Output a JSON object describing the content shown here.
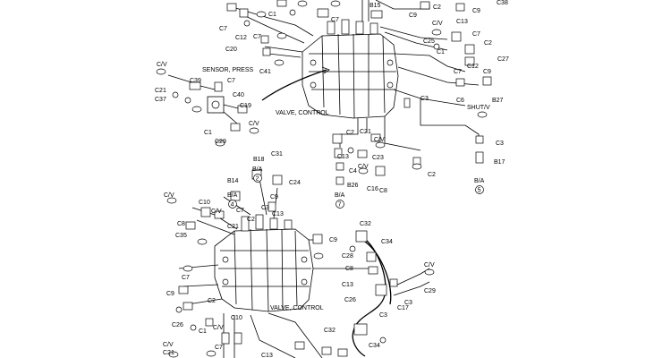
{
  "diagram": {
    "valves": [
      "VALVE, CONTROL",
      "VALVE, CONTROL"
    ],
    "sensor": "SENSOR, PRESS",
    "shut_valve": "SHUT/V",
    "ports": {
      "b15": "B15",
      "b17": "B17",
      "b18": "B18",
      "b14": "B14",
      "b26": "B26",
      "b27": "B27",
      "ba": "B/A",
      "ba_circ_2": "2",
      "ba_circ_4": "4",
      "ba_circ_7": "7",
      "ba_circ_5": "5"
    },
    "parts": {
      "c38": "C38",
      "c2": "C2",
      "c13": "C13",
      "c9": "C9",
      "c7": "C7",
      "c1": "C1",
      "c12": "C12",
      "c20": "C20",
      "c41": "C41",
      "c25": "C25",
      "c27": "C27",
      "c39": "C39",
      "c21": "C21",
      "c37": "C37",
      "c40": "C40",
      "c19": "C19",
      "c29": "C29",
      "c3": "C3",
      "c6": "C6",
      "c4": "C4",
      "c23": "C23",
      "c16": "C16",
      "c8": "C8",
      "c31": "C31",
      "c24": "C24",
      "c10": "C10",
      "c35": "C35",
      "c32": "C32",
      "c34": "C34",
      "c28": "C28",
      "c26": "C26",
      "c17": "C17",
      "cv": "C/V"
    }
  }
}
